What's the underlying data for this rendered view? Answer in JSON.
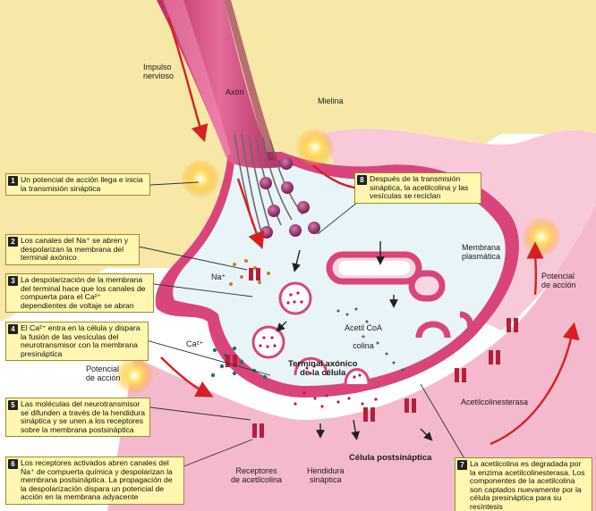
{
  "labels": {
    "impulso": "Impulso\nnervioso",
    "axon": "Axón",
    "mielina": "Mielina",
    "membrana": "Membrana\nplasmática",
    "potencial_right": "Potencial\nde acción",
    "potencial_left": "Potencial\nde acción",
    "na": "Na⁺",
    "ca": "Ca²⁺",
    "acetil": "Acetil CoA\n+\ncolina",
    "terminal": "Terminal axónico\nde la célula",
    "acetilcolinesterasa": "Acetilcolinesterasa",
    "receptores": "Receptores\nde acetilcolina",
    "hendidura": "Hendidura\nsináptica",
    "celula_post": "Célula postsináptica"
  },
  "steps": [
    {
      "num": "1",
      "text": "Un potencial de acción llega e inicia la transmisión sináptica"
    },
    {
      "num": "2",
      "text": "Los canales del Na⁺ se abren y despolarizan la membrana del terminal axónico"
    },
    {
      "num": "3",
      "text": "La despolarización de la membrana del terminal hace que los canales de compuerta para el Ca²⁺ dependientes de voltaje se abran"
    },
    {
      "num": "4",
      "text": "El Ca²⁺ entra en la célula y dispara la fusión de las vesículas del neurotransmisor con la membrana presináptica"
    },
    {
      "num": "5",
      "text": "Las moléculas del neurotransmisor se difunden a través de la hendidura sináptica y se unen a los receptores sobre la membrana postsináptica"
    },
    {
      "num": "6",
      "text": "Los receptores activados abren canales del Na⁺ de compuerta química y despolarizan la membrana postsináptica. La propagación de la despolarización dispara un potencial de acción en la membrana adyacente"
    },
    {
      "num": "7",
      "text": "La acetilcolina es degradada por la enzima acetilcolinesterasa. Los componentes de la acetilcolina son captados nuevamente por la célula presináptica para su resíntesis"
    },
    {
      "num": "8",
      "text": "Después de la transmisión sináptica, la acetilcolina y las vesículas se reciclan"
    }
  ],
  "colors": {
    "background": "#f7e8a8",
    "membrane": "#d9457a",
    "cytoplasm": "#fbd8e2",
    "cleft": "#e9f4f8",
    "arrow": "#d62020",
    "step_box": "#fff7b0"
  }
}
